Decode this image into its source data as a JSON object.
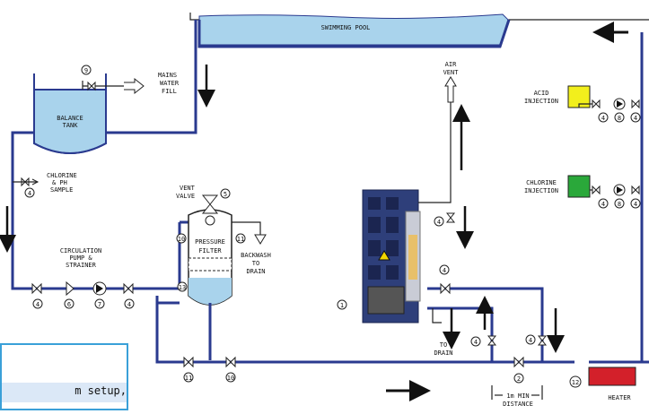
{
  "labels": {
    "pool": "SWIMMING POOL",
    "balance_tank": [
      "BALANCE",
      "TANK"
    ],
    "mains": [
      "MAINS",
      "WATER",
      "FILL"
    ],
    "chlorine_sample": [
      "CHLORINE",
      "& PH",
      "SAMPLE"
    ],
    "pump": [
      "CIRCULATION",
      "PUMP &",
      "STRAINER"
    ],
    "vent_valve": [
      "VENT",
      "VALVE"
    ],
    "filter": [
      "PRESSURE",
      "FILTER"
    ],
    "backwash": [
      "BACKWASH",
      "TO",
      "DRAIN"
    ],
    "air_vent": [
      "AIR",
      "VENT"
    ],
    "acid": [
      "ACID",
      "INJECTION"
    ],
    "chlorine_inj": [
      "CHLORINE",
      "INJECTION"
    ],
    "to_drain": [
      "TO",
      "DRAIN"
    ],
    "min_distance": [
      "1m MIN",
      "DISTANCE"
    ],
    "heater": "HEATER"
  },
  "numbers": {
    "n1": "1",
    "n2": "2",
    "n4": "4",
    "n5": "5",
    "n6": "6",
    "n7": "7",
    "n8": "8",
    "n9": "9",
    "n10": "10",
    "n11": "11",
    "n12": "12",
    "n13": "13"
  },
  "callout": {
    "text": "m setup,"
  },
  "colors": {
    "pipe": "#2a3a8f",
    "water": "#a9d3ec",
    "acid": "#f2ef1c",
    "chlorine": "#2aa83a",
    "heater": "#d3202a",
    "unit": "#2e3f7a",
    "callout_border": "#3aa0d8"
  }
}
